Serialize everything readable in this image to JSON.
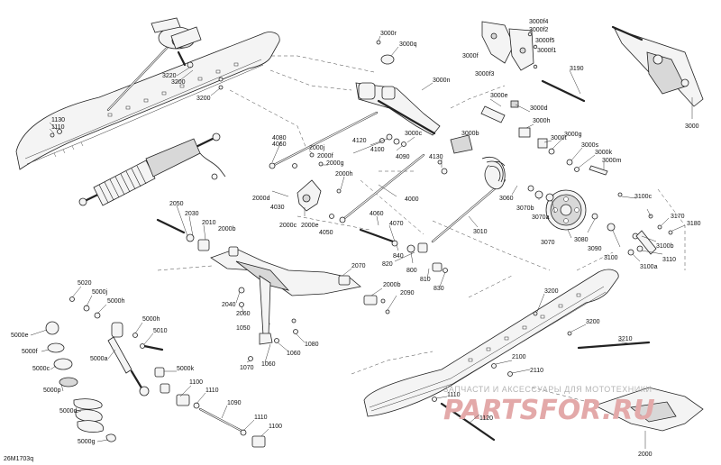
{
  "diagram": {
    "reference_code": "26M1703q",
    "watermark": {
      "caption": "ЗАПЧАСТИ И АКСЕССУАРЫ ДЛЯ МОТОТЕХНИКИ",
      "logo": "PARTSFOR.RU"
    },
    "callouts": [
      {
        "id": "3220",
        "text": "3220"
      },
      {
        "id": "3200a",
        "text": "3200"
      },
      {
        "id": "3200b",
        "text": "3200"
      },
      {
        "id": "1130",
        "text": "1130"
      },
      {
        "id": "1110a",
        "text": "1110"
      },
      {
        "id": "3000r",
        "text": "3000r"
      },
      {
        "id": "3000q",
        "text": "3000q"
      },
      {
        "id": "3000n",
        "text": "3000n"
      },
      {
        "id": "3000f4",
        "text": "3000f4"
      },
      {
        "id": "3000f2",
        "text": "3000f2"
      },
      {
        "id": "3000f5",
        "text": "3000f5"
      },
      {
        "id": "3000f1",
        "text": "3000f1"
      },
      {
        "id": "3000f",
        "text": "3000f"
      },
      {
        "id": "3000f3",
        "text": "3000f3"
      },
      {
        "id": "3190",
        "text": "3190"
      },
      {
        "id": "3000",
        "text": "3000"
      },
      {
        "id": "3000e",
        "text": "3000e"
      },
      {
        "id": "3000d",
        "text": "3000d"
      },
      {
        "id": "3000h",
        "text": "3000h"
      },
      {
        "id": "3000t",
        "text": "3000t"
      },
      {
        "id": "3000g",
        "text": "3000g"
      },
      {
        "id": "3000s",
        "text": "3000s"
      },
      {
        "id": "3000k",
        "text": "3000k"
      },
      {
        "id": "3000m",
        "text": "3000m"
      },
      {
        "id": "3000b",
        "text": "3000b"
      },
      {
        "id": "3000c",
        "text": "3000c"
      },
      {
        "id": "4080a",
        "text": "4080"
      },
      {
        "id": "4060a",
        "text": "4060"
      },
      {
        "id": "2000j",
        "text": "2000j"
      },
      {
        "id": "2000f",
        "text": "2000f"
      },
      {
        "id": "2000g",
        "text": "2000g"
      },
      {
        "id": "4120",
        "text": "4120"
      },
      {
        "id": "4100",
        "text": "4100"
      },
      {
        "id": "4090",
        "text": "4090"
      },
      {
        "id": "4130",
        "text": "4130"
      },
      {
        "id": "2000h",
        "text": "2000h"
      },
      {
        "id": "2000d",
        "text": "2000d"
      },
      {
        "id": "4030",
        "text": "4030"
      },
      {
        "id": "2000c",
        "text": "2000c"
      },
      {
        "id": "2000e",
        "text": "2000e"
      },
      {
        "id": "4050",
        "text": "4050"
      },
      {
        "id": "4000",
        "text": "4000"
      },
      {
        "id": "4060b",
        "text": "4060"
      },
      {
        "id": "4070",
        "text": "4070"
      },
      {
        "id": "3060",
        "text": "3060"
      },
      {
        "id": "3070b",
        "text": "3070b"
      },
      {
        "id": "3070a",
        "text": "3070a"
      },
      {
        "id": "3010",
        "text": "3010"
      },
      {
        "id": "3070",
        "text": "3070"
      },
      {
        "id": "3080",
        "text": "3080"
      },
      {
        "id": "3090",
        "text": "3090"
      },
      {
        "id": "3100c",
        "text": "3100c"
      },
      {
        "id": "3100",
        "text": "3100"
      },
      {
        "id": "3100b",
        "text": "3100b"
      },
      {
        "id": "3100a",
        "text": "3100a"
      },
      {
        "id": "3110",
        "text": "3110"
      },
      {
        "id": "3170",
        "text": "3170"
      },
      {
        "id": "3180",
        "text": "3180"
      },
      {
        "id": "2050",
        "text": "2050"
      },
      {
        "id": "2030",
        "text": "2030"
      },
      {
        "id": "2010",
        "text": "2010"
      },
      {
        "id": "2000b",
        "text": "2000b"
      },
      {
        "id": "840",
        "text": "840"
      },
      {
        "id": "820",
        "text": "820"
      },
      {
        "id": "800",
        "text": "800"
      },
      {
        "id": "810",
        "text": "810"
      },
      {
        "id": "830",
        "text": "830"
      },
      {
        "id": "2070",
        "text": "2070"
      },
      {
        "id": "2040",
        "text": "2040"
      },
      {
        "id": "2060",
        "text": "2060"
      },
      {
        "id": "2000b2",
        "text": "2000b"
      },
      {
        "id": "2090",
        "text": "2090"
      },
      {
        "id": "1050",
        "text": "1050"
      },
      {
        "id": "1080",
        "text": "1080"
      },
      {
        "id": "1060a",
        "text": "1060"
      },
      {
        "id": "1060b",
        "text": "1060"
      },
      {
        "id": "1070",
        "text": "1070"
      },
      {
        "id": "5020",
        "text": "5020"
      },
      {
        "id": "5000j",
        "text": "5000j"
      },
      {
        "id": "5000h1",
        "text": "5000h"
      },
      {
        "id": "5000h2",
        "text": "5000h"
      },
      {
        "id": "5010",
        "text": "5010"
      },
      {
        "id": "5000e",
        "text": "5000e"
      },
      {
        "id": "5000f",
        "text": "5000f"
      },
      {
        "id": "5000a",
        "text": "5000a"
      },
      {
        "id": "5000c",
        "text": "5000c"
      },
      {
        "id": "5000p",
        "text": "5000p"
      },
      {
        "id": "5000k",
        "text": "5000k"
      },
      {
        "id": "5000d",
        "text": "5000d"
      },
      {
        "id": "5000g",
        "text": "5000g"
      },
      {
        "id": "1100a",
        "text": "1100"
      },
      {
        "id": "1110b",
        "text": "1110"
      },
      {
        "id": "1090",
        "text": "1090"
      },
      {
        "id": "1110c",
        "text": "1110"
      },
      {
        "id": "1100b",
        "text": "1100"
      },
      {
        "id": "3200c",
        "text": "3200"
      },
      {
        "id": "3200d",
        "text": "3200"
      },
      {
        "id": "3210",
        "text": "3210"
      },
      {
        "id": "2100",
        "text": "2100"
      },
      {
        "id": "2110",
        "text": "2110"
      },
      {
        "id": "1110d",
        "text": "1110"
      },
      {
        "id": "1120",
        "text": "1120"
      },
      {
        "id": "2000",
        "text": "2000"
      }
    ]
  }
}
